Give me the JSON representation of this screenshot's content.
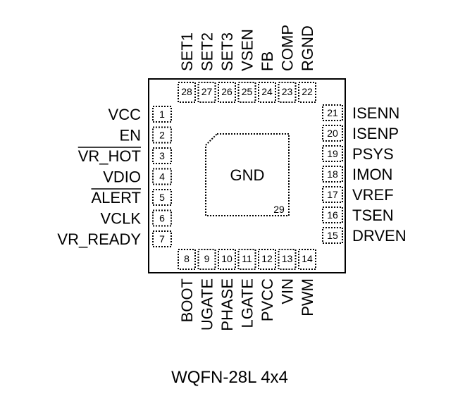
{
  "package_label": "WQFN-28L 4x4",
  "body_color": "#000000",
  "exposed_pad": {
    "label": "GND",
    "number": "29"
  },
  "pins": {
    "left": [
      {
        "number": "1",
        "name": "VCC",
        "overbar": false
      },
      {
        "number": "2",
        "name": "EN",
        "overbar": false
      },
      {
        "number": "3",
        "name": "VR_HOT",
        "overbar": true
      },
      {
        "number": "4",
        "name": "VDIO",
        "overbar": false
      },
      {
        "number": "5",
        "name": "ALERT",
        "overbar": true
      },
      {
        "number": "6",
        "name": "VCLK",
        "overbar": false
      },
      {
        "number": "7",
        "name": "VR_READY",
        "overbar": false
      }
    ],
    "bottom": [
      {
        "number": "8",
        "name": "BOOT"
      },
      {
        "number": "9",
        "name": "UGATE"
      },
      {
        "number": "10",
        "name": "PHASE"
      },
      {
        "number": "11",
        "name": "LGATE"
      },
      {
        "number": "12",
        "name": "PVCC"
      },
      {
        "number": "13",
        "name": "VIN"
      },
      {
        "number": "14",
        "name": "PWM"
      }
    ],
    "right": [
      {
        "number": "15",
        "name": "DRVEN"
      },
      {
        "number": "16",
        "name": "TSEN"
      },
      {
        "number": "17",
        "name": "VREF"
      },
      {
        "number": "18",
        "name": "IMON"
      },
      {
        "number": "19",
        "name": "PSYS"
      },
      {
        "number": "20",
        "name": "ISENP"
      },
      {
        "number": "21",
        "name": "ISENN"
      }
    ],
    "top": [
      {
        "number": "22",
        "name": "RGND"
      },
      {
        "number": "23",
        "name": "COMP"
      },
      {
        "number": "24",
        "name": "FB"
      },
      {
        "number": "25",
        "name": "VSEN"
      },
      {
        "number": "26",
        "name": "SET3"
      },
      {
        "number": "27",
        "name": "SET2"
      },
      {
        "number": "28",
        "name": "SET1"
      }
    ]
  }
}
